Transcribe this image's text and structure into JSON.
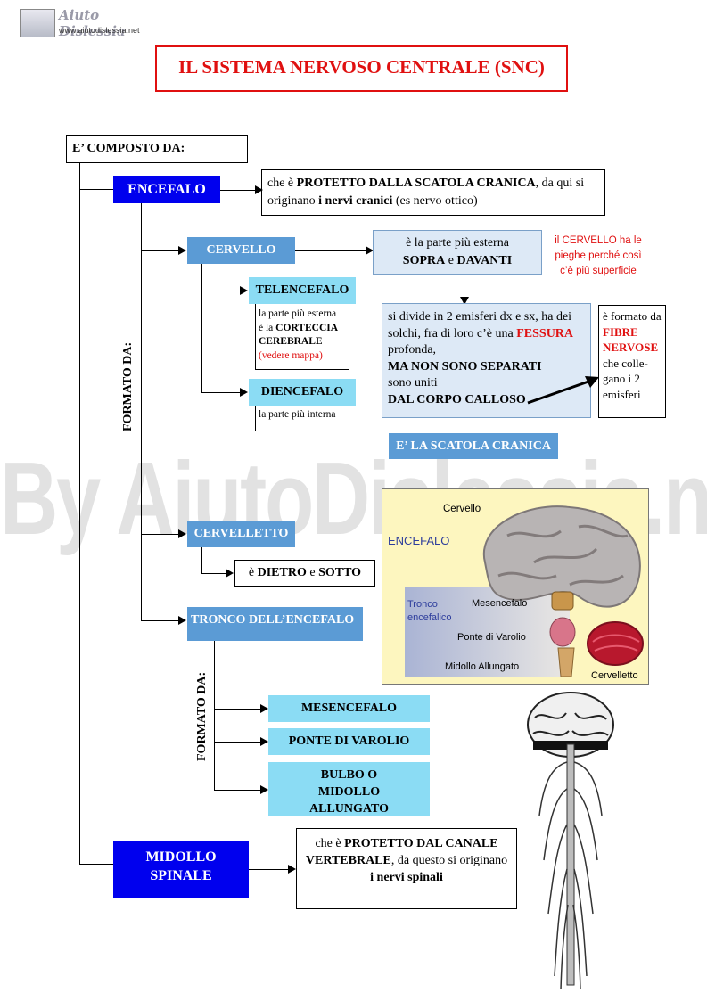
{
  "logo": {
    "name": "Aiuto Dislessia",
    "url": "www.aiutodislessia.net"
  },
  "title": "IL SISTEMA NERVOSO CENTRALE (SNC)",
  "composto": "E’ COMPOSTO DA:",
  "formato1": "FORMATO DA:",
  "formato2": "FORMATO DA:",
  "encefalo": {
    "label": "ENCEFALO",
    "desc_pre": "che è ",
    "desc_bold1": "PROTETTO DALLA SCATOLA CRANICA",
    "desc_mid": ", da qui  si originano ",
    "desc_bold2": "i nervi cranici",
    "desc_post": " (es nervo ottico)"
  },
  "cervello": {
    "label": "CERVELLO",
    "desc_line1": "è la parte più esterna",
    "desc_bold1": "SOPRA",
    "desc_e": " e ",
    "desc_bold2": "DAVANTI",
    "note": "il CERVELLO ha le pieghe perché così c’è più superficie"
  },
  "telencefalo": {
    "label": "TELENCEFALO",
    "desc1": "la parte più esterna",
    "desc2": "è la ",
    "desc_bold": "CORTECCIA CEREBRALE",
    "desc_red": "(vedere mappa)"
  },
  "emisferi": {
    "line1": "si divide in 2 emisferi dx e sx,  ha dei solchi, fra di loro c’è una ",
    "fessura": "FESSURA",
    "line2": " profonda,",
    "bold1": "MA NON SONO SEPARATI",
    "line3": "sono uniti",
    "bold2": "DAL CORPO CALLOSO"
  },
  "corpo_calloso": {
    "pre": "è formato da ",
    "red": "FIBRE NERVOSE",
    "post": " che colle-gano i 2 emisferi"
  },
  "diencefalo": {
    "label": "DIENCEFALO",
    "desc": "la parte più interna"
  },
  "scatola": "E’ LA SCATOLA CRANICA",
  "cervelletto": {
    "label": "CERVELLETTO",
    "desc_pre": "è ",
    "desc_bold1": "DIETRO",
    "desc_e": " e ",
    "desc_bold2": "SOTTO"
  },
  "tronco": {
    "label": "TRONCO DELL’ENCEFALO"
  },
  "tronco_parts": [
    "MESENCEFALO",
    "PONTE DI VAROLIO",
    "BULBO O MIDOLLO ALLUNGATO"
  ],
  "illustration": {
    "cervello": "Cervello",
    "encefalo": "ENCEFALO",
    "tronco": "Tronco encefalico",
    "mesencefalo": "Mesencefalo",
    "ponte": "Ponte di Varolio",
    "midollo": "Midollo Allungato",
    "cervelletto": "Cervelletto"
  },
  "midollo": {
    "label": "MIDOLLO SPINALE",
    "desc_pre": "che è ",
    "desc_bold1": "PROTETTO DAL CANALE VERTEBRALE",
    "desc_mid": ", da questo si originano",
    "desc_bold2": "i nervi spinali"
  },
  "watermark": "By AiutoDislessia.net",
  "colors": {
    "red_title": "#e01010",
    "blue": "#0000ee",
    "mid_blue": "#5b9bd5",
    "cyan": "#8bdcf4",
    "light_blue": "#dde9f6"
  }
}
